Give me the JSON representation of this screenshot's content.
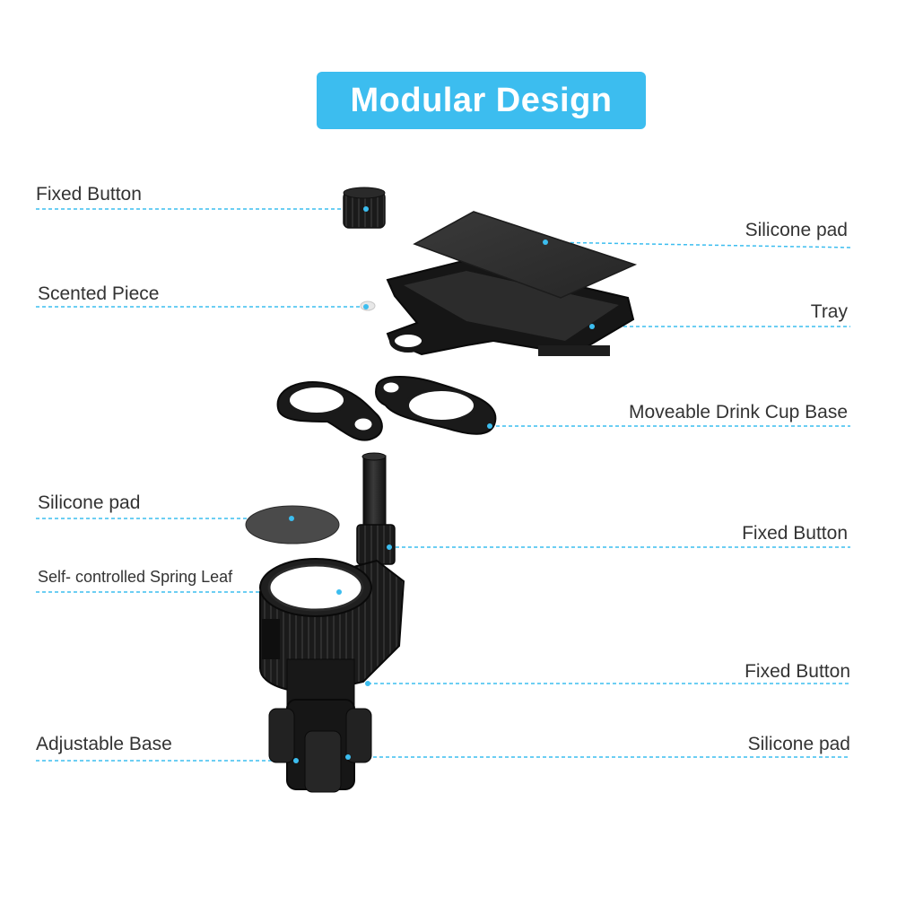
{
  "title": "Modular Design",
  "colors": {
    "accent": "#3cbdef",
    "line": "#3cbdef",
    "part": "#1c1c1c",
    "pad": "#2e2e2e"
  },
  "labels": {
    "left": {
      "fixed_button": "Fixed Button",
      "scented_piece": "Scented Piece",
      "silicone_pad": "Silicone pad",
      "spring_leaf": "Self- controlled Spring Leaf",
      "adjustable_base": "Adjustable Base"
    },
    "right": {
      "silicone_pad_top": "Silicone pad",
      "tray": "Tray",
      "cup_base": "Moveable Drink Cup Base",
      "fixed_button_1": "Fixed Button",
      "fixed_button_2": "Fixed Button",
      "silicone_pad_bottom": "Silicone pad"
    }
  }
}
